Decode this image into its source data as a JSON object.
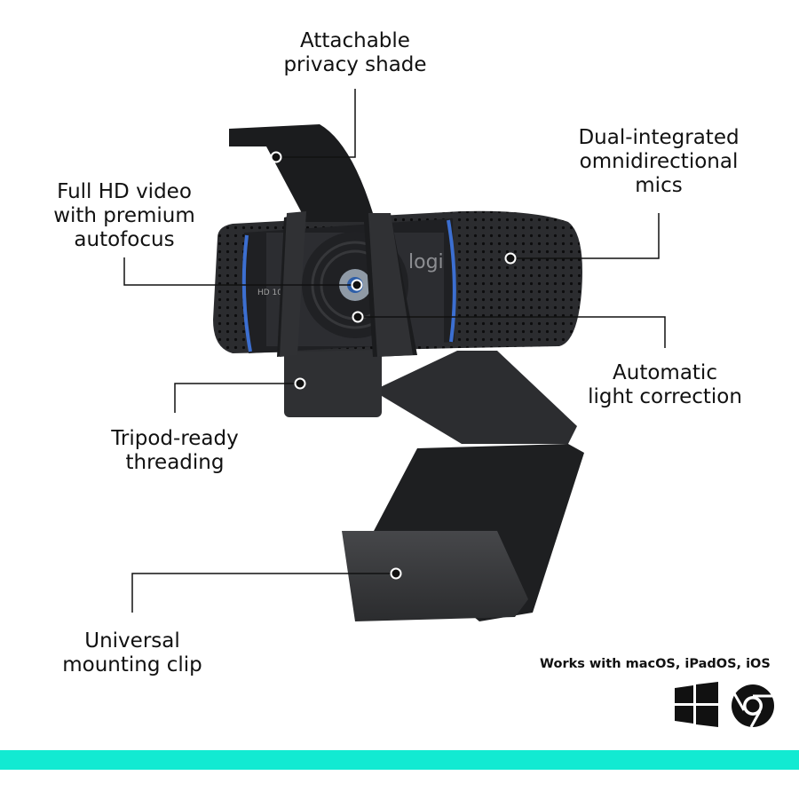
{
  "callouts": {
    "privacy_shade": [
      "Attachable",
      "privacy shade"
    ],
    "mics": [
      "Dual-integrated",
      "omnidirectional",
      "mics"
    ],
    "video": [
      "Full HD video",
      "with premium",
      "autofocus"
    ],
    "light": [
      "Automatic",
      "light correction"
    ],
    "tripod": [
      "Tripod-ready",
      "threading"
    ],
    "clip": [
      "Universal",
      "mounting clip"
    ]
  },
  "product_printing": {
    "brand": "logi",
    "badge": "HD 10"
  },
  "compatibility": {
    "text": "Works with macOS, iPadOS, iOS",
    "icons": [
      "windows-icon",
      "chrome-icon"
    ]
  },
  "colors": {
    "accent_bar": "#12ead2",
    "camera_body": "#2a2b2e",
    "blue_trim": "#3c6fd1",
    "text": "#111111"
  }
}
